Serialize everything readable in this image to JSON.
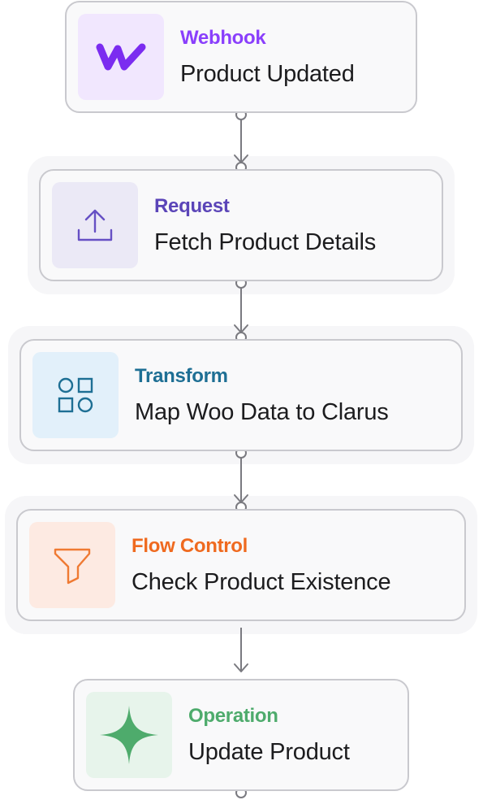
{
  "colors": {
    "border": "#c9c9ce",
    "connector": "#7a7a80"
  },
  "nodes": [
    {
      "type": "Webhook",
      "title": "Product Updated",
      "icon": "webflow-logo-icon",
      "type_color": "#8a3ffc",
      "icon_bg": "#f1e7fe",
      "icon_color": "#7b2cf0"
    },
    {
      "type": "Request",
      "title": "Fetch Product Details",
      "icon": "upload-icon",
      "type_color": "#5b45b8",
      "icon_bg": "#ebe9f6",
      "icon_color": "#6650c4"
    },
    {
      "type": "Transform",
      "title": "Map Woo Data to Clarus",
      "icon": "shapes-icon",
      "type_color": "#1e6f94",
      "icon_bg": "#e2f0fa",
      "icon_color": "#1e6f94"
    },
    {
      "type": "Flow Control",
      "title": "Check Product Existence",
      "icon": "funnel-icon",
      "type_color": "#ef6a1f",
      "icon_bg": "#fdeae2",
      "icon_color": "#ef7a33"
    },
    {
      "type": "Operation",
      "title": "Update Product",
      "icon": "sparkle-icon",
      "type_color": "#4eab6c",
      "icon_bg": "#e7f4eb",
      "icon_color": "#4eab6c"
    }
  ]
}
